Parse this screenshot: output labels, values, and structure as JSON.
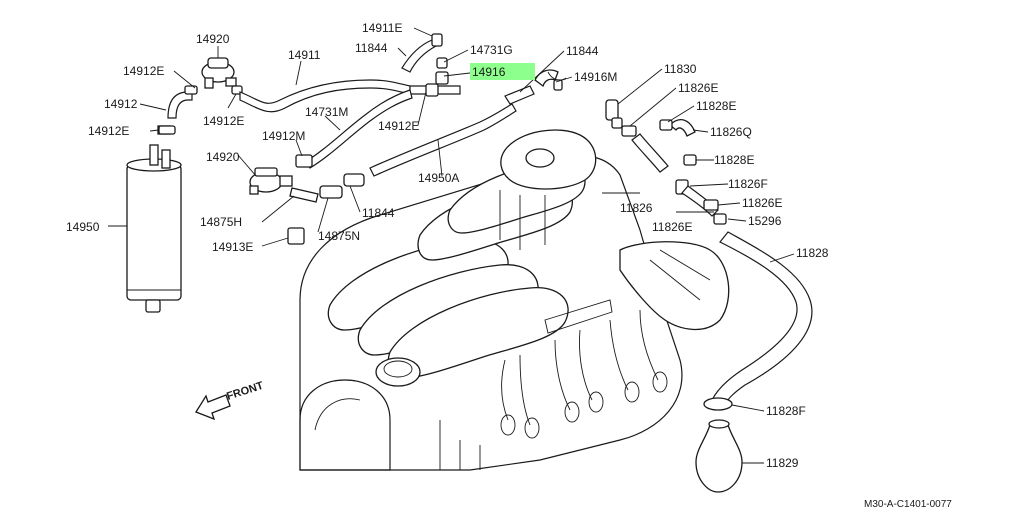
{
  "diagram": {
    "code": "M30-A-C1401-0077",
    "front_label": "FRONT",
    "labels": {
      "p14920": "14920",
      "p14912E_a": "14912E",
      "p14912": "14912",
      "p14912E_b": "14912E",
      "p14912E_c": "14912E",
      "p14911": "14911",
      "p14911E": "14911E",
      "p11844_a": "11844",
      "p14731G": "14731G",
      "p14916": "14916",
      "p11844_b": "11844",
      "p14916M": "14916M",
      "p14731M": "14731M",
      "p14912M": "14912M",
      "p14912E_d": "14912E",
      "p14920_b": "14920",
      "p14950A": "14950A",
      "p11844_c": "11844",
      "p14875H": "14875H",
      "p14875N": "14875N",
      "p14913E": "14913E",
      "p14950": "14950",
      "p11830": "11830",
      "p11826E_a": "11826E",
      "p11828E_a": "11828E",
      "p11826Q": "11826Q",
      "p11828E_b": "11828E",
      "p11826F": "11826F",
      "p11826E_b": "11826E",
      "p15296": "15296",
      "p11826": "11826",
      "p11826E_c": "11826E",
      "p11828": "11828",
      "p11828F": "11828F",
      "p11829": "11829"
    },
    "highlighted_part": "14916",
    "highlight_color": "#8dff8d"
  }
}
